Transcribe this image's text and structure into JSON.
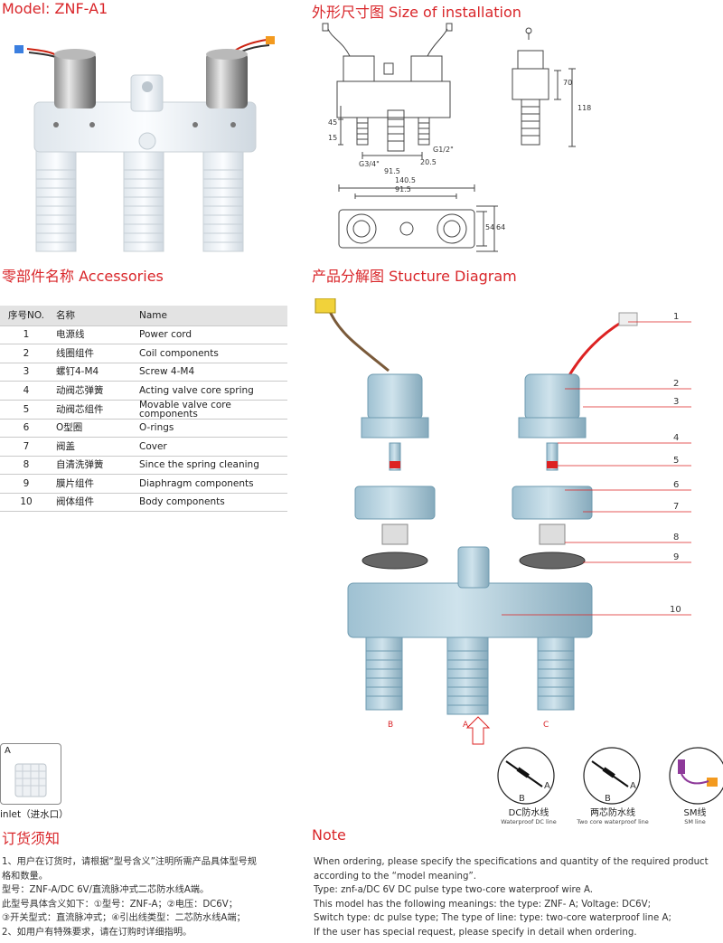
{
  "headings": {
    "model": "Model: ZNF-A1",
    "installation_cn": "外形尺寸图",
    "installation_en": "Size of installation",
    "accessories_cn": "零部件名称",
    "accessories_en": "Accessories",
    "structure_cn": "产品分解图",
    "structure_en": "Stucture Diagram",
    "ordering_cn": "订货须知",
    "note_en": "Note"
  },
  "dimensions": {
    "h45": "45",
    "h15": "15",
    "g34": "G3/4\"",
    "w915": "91.5",
    "w205": "20.5",
    "g12": "G1/2\"",
    "h70": "70",
    "h118": "118",
    "w1405": "140.5",
    "w915b": "91.5",
    "h54": "54",
    "h64": "64"
  },
  "accessories": {
    "headers": [
      "序号NO.",
      "名称",
      "Name"
    ],
    "rows": [
      {
        "no": "1",
        "cn": "电源线",
        "en": "Power cord"
      },
      {
        "no": "2",
        "cn": "线圈组件",
        "en": "Coil components"
      },
      {
        "no": "3",
        "cn": "螺钉4-M4",
        "en": "Screw 4-M4"
      },
      {
        "no": "4",
        "cn": "动阀芯弹簧",
        "en": "Acting valve core spring"
      },
      {
        "no": "5",
        "cn": "动阀芯组件",
        "en": "Movable valve core components"
      },
      {
        "no": "6",
        "cn": "O型圈",
        "en": "O-rings"
      },
      {
        "no": "7",
        "cn": "阀盖",
        "en": "Cover"
      },
      {
        "no": "8",
        "cn": "自清洗弹簧",
        "en": "Since the spring cleaning"
      },
      {
        "no": "9",
        "cn": "膜片组件",
        "en": "Diaphragm components"
      },
      {
        "no": "10",
        "cn": "阀体组件",
        "en": "Body components"
      }
    ]
  },
  "diagram": {
    "callouts": [
      "1",
      "2",
      "3",
      "4",
      "5",
      "6",
      "7",
      "8",
      "9",
      "10"
    ],
    "ports": [
      "B",
      "A",
      "C"
    ]
  },
  "inlet": {
    "letter": "A",
    "caption": "inlet（进水口）"
  },
  "cables": [
    {
      "cn": "DC防水线",
      "en": "Waterproof  DC line",
      "a": "A",
      "b": "B"
    },
    {
      "cn": "两芯防水线",
      "en": "Two core waterproof line",
      "a": "A",
      "b": "B"
    },
    {
      "cn": "SM线",
      "en": "SM line"
    }
  ],
  "ordering_cn": [
    "1、用户在订货时，请根据“型号含义”注明所需产品具体型号规",
    "格和数量。",
    "型号：ZNF-A/DC 6V/直流脉冲式二芯防水线A端。",
    "此型号具体含义如下：①型号：ZNF-A；②电压：DC6V；",
    "③开关型式：直流脉冲式；④引出线类型：二芯防水线A端；",
    "2、如用户有特殊要求，请在订购时详细指明。"
  ],
  "note_en": [
    "When ordering, please specify the specifications and quantity of the required product",
    "according to the  “model meaning”.",
    "Type: znf-a/DC 6V DC  pulse type two-core waterproof wire A.",
    "This model has the following meanings: the type: ZNF- A;  Voltage: DC6V;",
    "Switch type: dc pulse type; The type of line: type: two-core waterproof line A;",
    "If the user has special request, please specify in detail when ordering."
  ],
  "colors": {
    "accent": "#d9262a",
    "part": "#a9c9d8",
    "part_dark": "#6f9bb0"
  }
}
